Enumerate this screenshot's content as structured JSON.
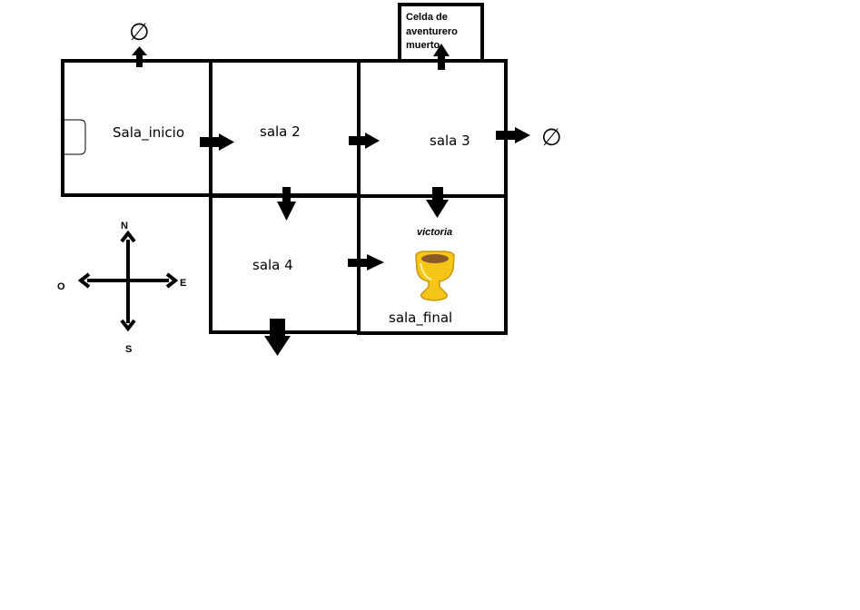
{
  "rooms": {
    "sala_inicio": "Sala_inicio",
    "sala_2": "sala 2",
    "sala_3": "sala 3",
    "sala_4": "sala 4",
    "sala_final": "sala_final"
  },
  "cell": {
    "line1": "Celda de",
    "line2": "aventurero",
    "line3": "muerto"
  },
  "victory_label": "victoria",
  "null_symbol": "∅",
  "compass": {
    "north": "N",
    "south": "S",
    "east": "E",
    "west": "O"
  },
  "colors": {
    "wall": "#000000",
    "trophy_gold": "#f5c518",
    "trophy_shadow": "#c8960c",
    "trophy_inner": "#8b5a2b"
  }
}
